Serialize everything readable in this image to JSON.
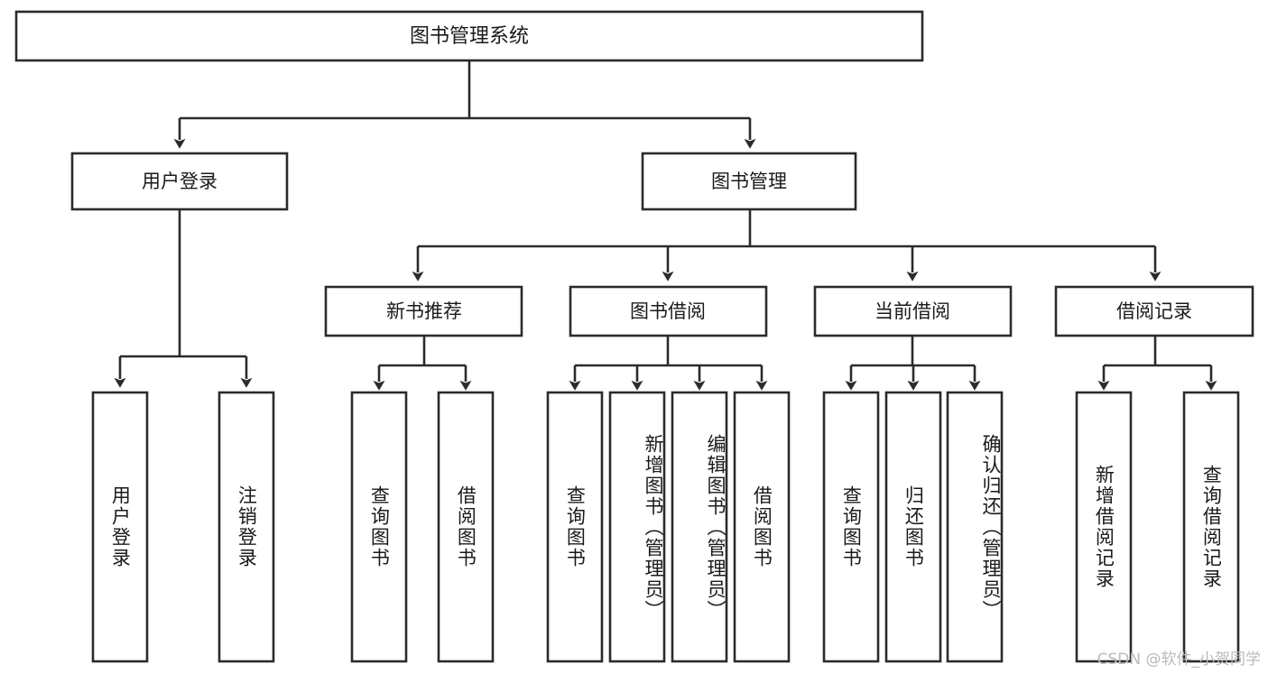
{
  "diagram": {
    "type": "tree-hierarchy",
    "title": "图书管理系统",
    "orientation": "top-down",
    "colors": {
      "box_stroke": "#2b2b2b",
      "box_fill": "#ffffff",
      "text": "#1a1a1a",
      "background": "#ffffff",
      "watermark": "#b9b9b9"
    },
    "root": {
      "label": "图书管理系统"
    },
    "level2": [
      {
        "id": "user-login",
        "label": "用户登录"
      },
      {
        "id": "book-management",
        "label": "图书管理"
      }
    ],
    "level3": [
      {
        "id": "new-book-recommend",
        "label": "新书推荐",
        "parent": "book-management"
      },
      {
        "id": "book-borrow",
        "label": "图书借阅",
        "parent": "book-management"
      },
      {
        "id": "current-borrow",
        "label": "当前借阅",
        "parent": "book-management"
      },
      {
        "id": "borrow-record",
        "label": "借阅记录",
        "parent": "book-management"
      }
    ],
    "leaves": [
      {
        "id": "leaf-user-login",
        "label": "用户登录",
        "parent": "user-login"
      },
      {
        "id": "leaf-logout-login",
        "label": "注销登录",
        "parent": "user-login"
      },
      {
        "id": "leaf-query-book-1",
        "label": "查询图书",
        "parent": "new-book-recommend"
      },
      {
        "id": "leaf-borrow-book-1",
        "label": "借阅图书",
        "parent": "new-book-recommend"
      },
      {
        "id": "leaf-query-book-2",
        "label": "查询图书",
        "parent": "book-borrow"
      },
      {
        "id": "leaf-add-book",
        "label": "新增图书（管理员）",
        "parent": "book-borrow"
      },
      {
        "id": "leaf-edit-book",
        "label": "编辑图书（管理员）",
        "parent": "book-borrow"
      },
      {
        "id": "leaf-borrow-book-2",
        "label": "借阅图书",
        "parent": "book-borrow"
      },
      {
        "id": "leaf-query-book-3",
        "label": "查询图书",
        "parent": "current-borrow"
      },
      {
        "id": "leaf-return-book",
        "label": "归还图书",
        "parent": "current-borrow"
      },
      {
        "id": "leaf-confirm-return",
        "label": "确认归还（管理员）",
        "parent": "current-borrow"
      },
      {
        "id": "leaf-add-record",
        "label": "新增借阅记录",
        "parent": "borrow-record"
      },
      {
        "id": "leaf-query-record",
        "label": "查询借阅记录",
        "parent": "borrow-record"
      }
    ],
    "watermark": "CSDN @软件_小贺同学"
  }
}
